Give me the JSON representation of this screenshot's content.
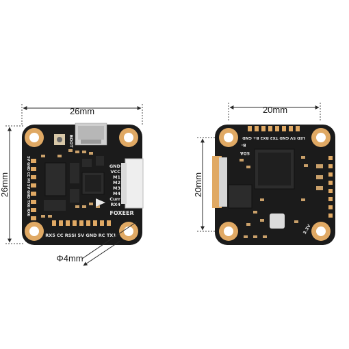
{
  "left_board": {
    "width_label": "26mm",
    "height_label": "26mm",
    "hole_label": "Φ4mm",
    "boot_label": "BOOT",
    "brand": "FOXEER",
    "side_label": "5V GND CC MI 5V GND TX6 RX6",
    "bottom_label": "RX5 CC RSSI 5V GND RC TX1",
    "pin_labels": [
      "GND",
      "VCC",
      "M1",
      "M2",
      "M3",
      "M4",
      "Curr",
      "RX4"
    ]
  },
  "right_board": {
    "width_label": "20mm",
    "height_label": "20mm",
    "top_label": "LED 5V GND TX2 RX2 B+ GND",
    "sda_label": "SDA",
    "b_label": "B-",
    "v_label": "3.3V"
  },
  "colors": {
    "pcb": "#1b1b1b",
    "copper": "#e0a964",
    "dimension_line": "#2a2a2a"
  }
}
